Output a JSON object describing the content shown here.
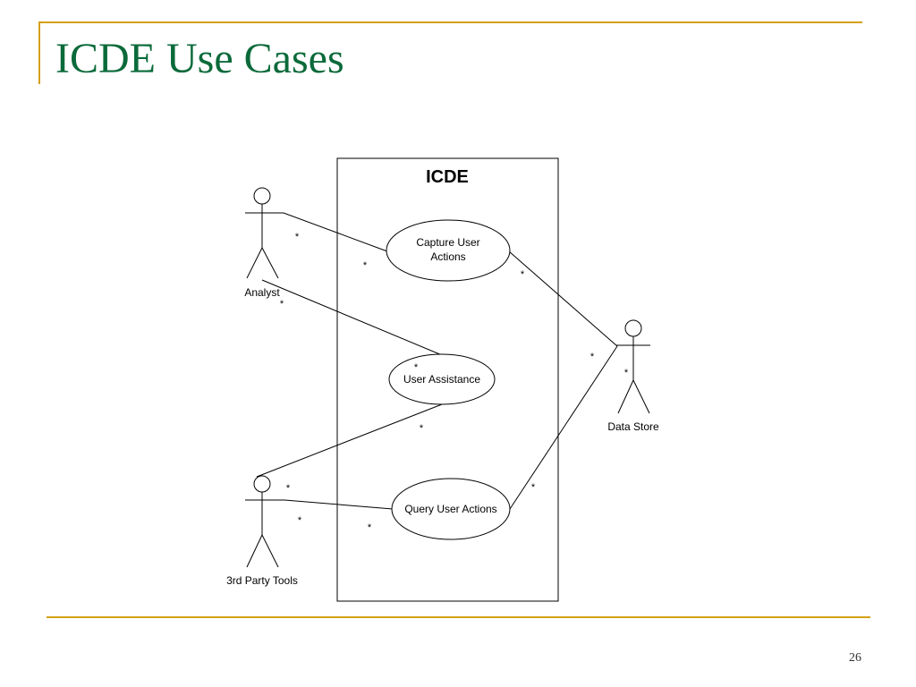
{
  "slide": {
    "title": "ICDE Use Cases",
    "page_number": "26",
    "accent_color": "#D4A017",
    "title_color": "#0B6A3A"
  },
  "diagram": {
    "system": {
      "name": "ICDE"
    },
    "actors": {
      "analyst": {
        "label": "Analyst"
      },
      "data_store": {
        "label": "Data Store"
      },
      "third_party": {
        "label": "3rd Party Tools"
      }
    },
    "use_cases": {
      "capture": {
        "label_lines": [
          "Capture User",
          "Actions"
        ]
      },
      "assistance": {
        "label": "User Assistance"
      },
      "query": {
        "label": "Query User Actions"
      }
    },
    "multiplicity": "*"
  }
}
